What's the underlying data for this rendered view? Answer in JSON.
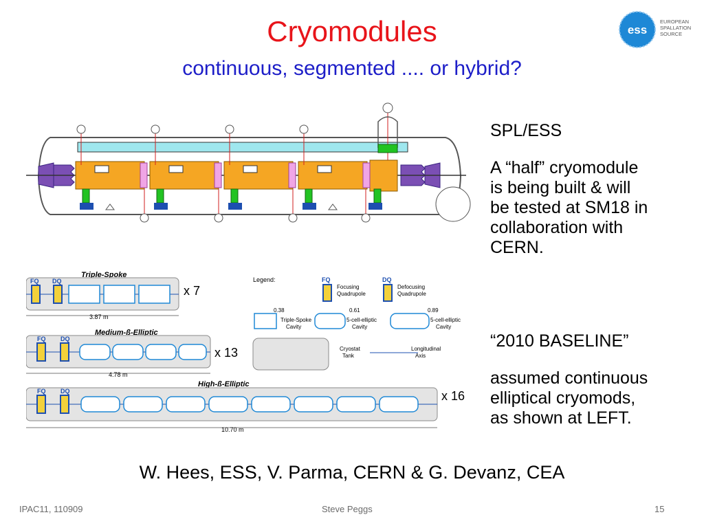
{
  "slide": {
    "title": "Cryomodules",
    "subtitle": "continuous, segmented .... or hybrid?",
    "logo": {
      "mark": "ess",
      "lines": [
        "EUROPEAN",
        "SPALLATION",
        "SOURCE"
      ]
    },
    "side_texts": {
      "heading": "SPL/ESS",
      "para1": [
        "A “half” cryomodule",
        "is being built & will",
        "be tested at SM18 in",
        "collaboration with",
        "CERN."
      ],
      "baseline": "“2010 BASELINE”",
      "para2": [
        "assumed continuous",
        "elliptical cryomods,",
        "as shown at LEFT."
      ]
    },
    "credit": "W. Hees, ESS, V. Parma, CERN & G. Devanz, CEA",
    "footer": {
      "left": "IPAC11, 110909",
      "center": "Steve Peggs",
      "page": "15"
    }
  },
  "lattice": {
    "sections": [
      {
        "name": "Triple-Spoke",
        "multiplier": "x 7",
        "length": "3.87 m",
        "fq": "FQ",
        "dq": "DQ"
      },
      {
        "name": "Medium-ß-Elliptic",
        "multiplier": "x 13",
        "length": "4.78 m",
        "fq": "FQ",
        "dq": "DQ"
      },
      {
        "name": "High-ß-Elliptic",
        "multiplier": "x 16",
        "length": "10.70 m",
        "fq": "FQ",
        "dq": "DQ"
      }
    ],
    "legend": {
      "title": "Legend:",
      "fq": "FQ",
      "focusing": "Focusing",
      "focusing2": "Quadrupole",
      "dq": "DQ",
      "defocusing": "Defocusing",
      "defocusing2": "Quadrupole",
      "b1": "0.38",
      "c1a": "Triple-Spoke",
      "c1b": "Cavity",
      "b2": "0.61",
      "c2a": "5-cell-elliptic",
      "c2b": "Cavity",
      "b3": "0.89",
      "c3a": "5-cell-elliptic",
      "c3b": "Cavity",
      "tank1": "Cryostat",
      "tank2": "Tank",
      "axis1": "Longitudinal",
      "axis2": "Axis"
    }
  },
  "colors": {
    "title": "#e8141a",
    "subtitle": "#1d1ec8",
    "cryostat": "#f5a623",
    "cavity_blue": "#1e88d6",
    "support": "#22c322",
    "foot": "#1d4fb0"
  }
}
